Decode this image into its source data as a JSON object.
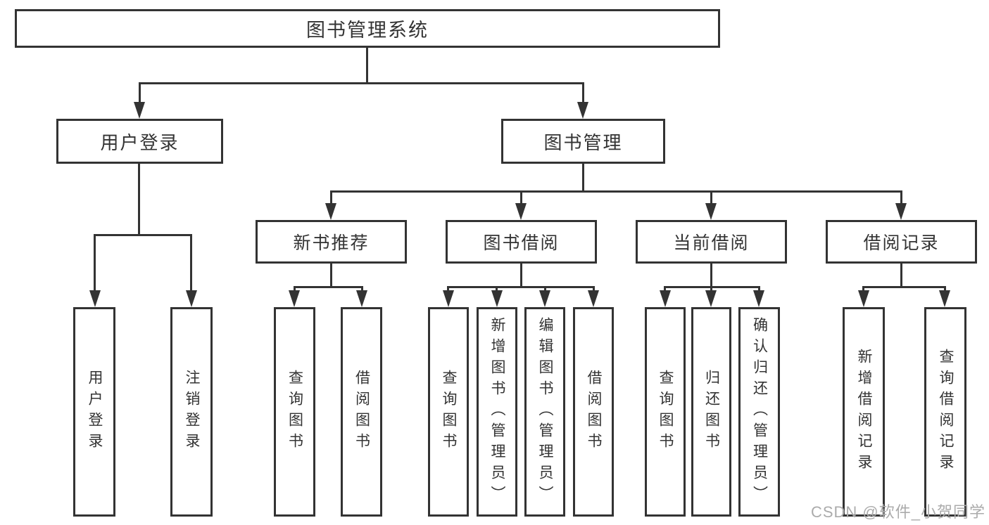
{
  "diagram": {
    "root": "图书管理系统",
    "l2": [
      "用户登录",
      "图书管理"
    ],
    "l3": [
      "新书推荐",
      "图书借阅",
      "当前借阅",
      "借阅记录"
    ],
    "l4": [
      "用户登录",
      "注销登录",
      "查询图书",
      "借阅图书",
      "查询图书",
      "新增图书（管理员）",
      "编辑图书（管理员）",
      "借阅图书",
      "查询图书",
      "归还图书",
      "确认归还（管理员）",
      "新增借阅记录",
      "查询借阅记录"
    ],
    "watermark": "CSDN @软件_小贺同学",
    "colors": {
      "line": "#333333",
      "text": "#333333",
      "box_fill": "#ffffff",
      "background": "#ffffff",
      "watermark": "#ababab"
    }
  }
}
